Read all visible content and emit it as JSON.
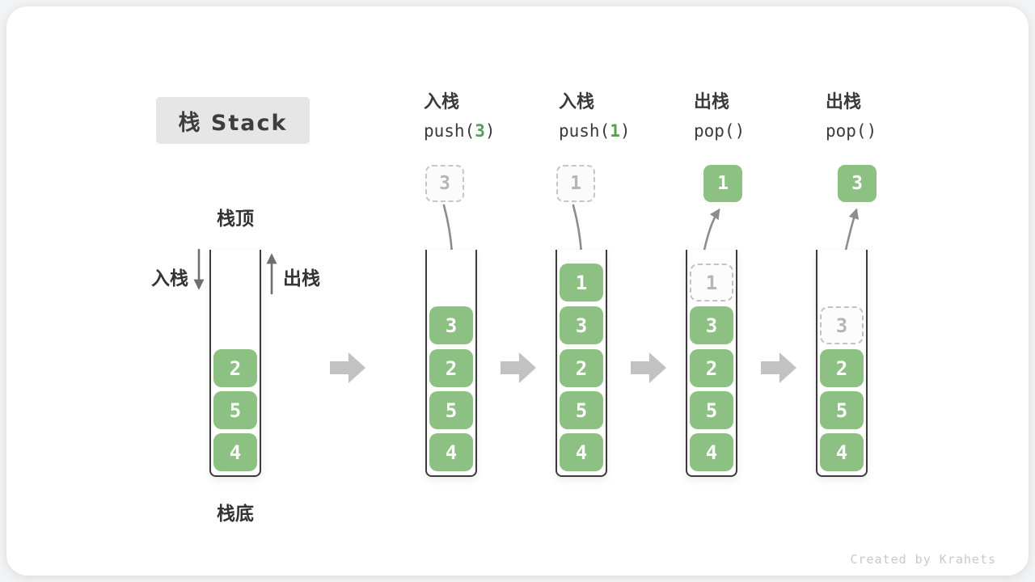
{
  "title": "栈 Stack",
  "side_labels": {
    "stack_top": "栈顶",
    "stack_bottom": "栈底",
    "push": "入栈",
    "pop": "出栈"
  },
  "operations": [
    {
      "label": "入栈",
      "code": {
        "pre": "push(",
        "arg": "3",
        "post": ")"
      },
      "float": {
        "value": "3",
        "style": "dashed"
      }
    },
    {
      "label": "入栈",
      "code": {
        "pre": "push(",
        "arg": "1",
        "post": ")"
      },
      "float": {
        "value": "1",
        "style": "dashed"
      }
    },
    {
      "label": "出栈",
      "code": {
        "pre": "pop(",
        "arg": "",
        "post": ")"
      },
      "float": {
        "value": "1",
        "style": "solid"
      }
    },
    {
      "label": "出栈",
      "code": {
        "pre": "pop(",
        "arg": "",
        "post": ")"
      },
      "float": {
        "value": "3",
        "style": "solid"
      }
    }
  ],
  "stacks": [
    {
      "items": [
        "2",
        "5",
        "4"
      ]
    },
    {
      "items": [
        "3",
        "2",
        "5",
        "4"
      ]
    },
    {
      "items": [
        "1",
        "3",
        "2",
        "5",
        "4"
      ]
    },
    {
      "ghost": "1",
      "items": [
        "3",
        "2",
        "5",
        "4"
      ]
    },
    {
      "ghost": "3",
      "items": [
        "2",
        "5",
        "4"
      ]
    }
  ],
  "watermark": "Created by Krahets",
  "colors": {
    "box_green": "#8dc183",
    "code_arg_green": "#55a050",
    "ghost_border": "#c2c2c2",
    "ghost_text": "#b5b5b5",
    "stack_wall": "#3b3b3b",
    "flow_arrow": "#c2c2c2",
    "curve_arrow": "#8d8d8d",
    "title_bg": "#e6e6e6",
    "text_dark": "#3a3a3a",
    "watermark": "#c9c9c9"
  }
}
